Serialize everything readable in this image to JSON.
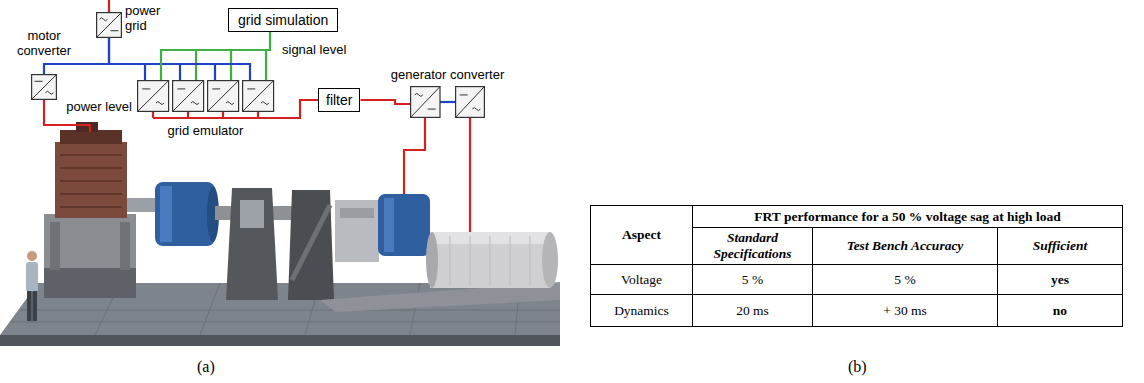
{
  "diagram": {
    "nodes": [
      {
        "text": [
          "power grid"
        ]
      },
      {
        "text": [
          "grid simulation"
        ]
      },
      {
        "text": [
          "motor converter"
        ]
      },
      {
        "text": [
          "grid emulator"
        ]
      },
      {
        "text": [
          "filter"
        ]
      },
      {
        "text": [
          "generator converter"
        ]
      }
    ],
    "edges": [
      {
        "from": 0,
        "to": 2,
        "arrow": "none"
      },
      {
        "from": 0,
        "to": 3,
        "arrow": "none"
      },
      {
        "from": 1,
        "to": 3,
        "arrow": "none"
      },
      {
        "from": 3,
        "to": 4,
        "arrow": "none"
      },
      {
        "from": 4,
        "to": 5,
        "arrow": "none"
      }
    ],
    "labels": [
      "signal level",
      "power level",
      "Aspect",
      "FRT performance for a 50 % voltage sag at high load",
      "Standard Specifications",
      "Test Bench Accuracy",
      "Sufficient",
      "Voltage",
      "5 %",
      "5 %",
      "yes",
      "Dynamics",
      "20 ms",
      "+ 30 ms",
      "no",
      "(a)",
      "(b)"
    ]
  }
}
